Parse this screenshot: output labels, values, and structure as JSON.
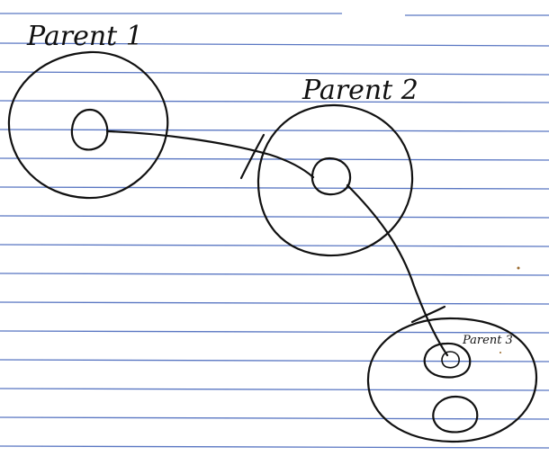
{
  "diagram": {
    "paper": {
      "background": "#ffffff",
      "rule_color": "#3d5fb8",
      "ink_color": "#111111"
    },
    "labels": {
      "parent_1": "Parent 1",
      "parent_2": "Parent 2",
      "parent_3": "Parent 3"
    }
  }
}
